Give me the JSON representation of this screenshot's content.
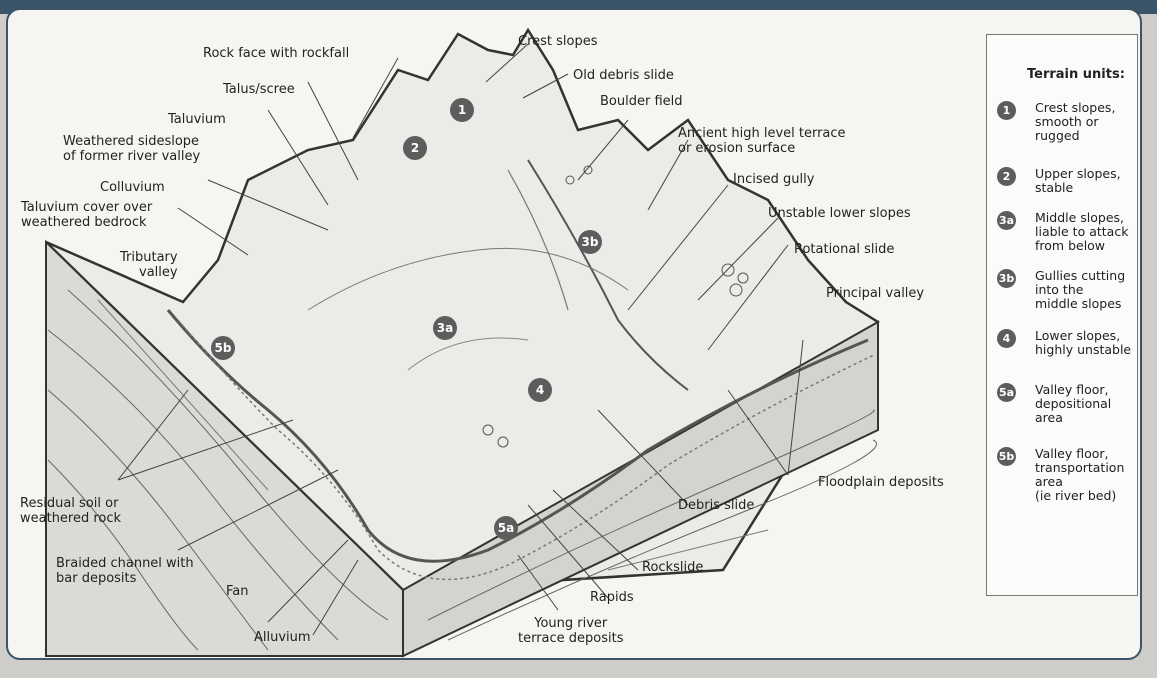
{
  "diagram": {
    "labels": {
      "crest_slopes": "Crest slopes",
      "old_debris_slide": "Old debris slide",
      "rock_face": "Rock face with rockfall",
      "talus": "Talus/scree",
      "taluvium": "Taluvium",
      "boulder_field": "Boulder field",
      "weathered_sideslope": "Weathered sideslope\nof former river valley",
      "ancient_terrace": "Ancient high level terrace\nor erosion surface",
      "colluvium": "Colluvium",
      "incised_gully": "Incised gully",
      "taluvium_cover": "Taluvium cover over\nweathered bedrock",
      "unstable_lower": "Unstable lower slopes",
      "rotational_slide": "Rotational slide",
      "tributary_valley": "Tributary\nvalley",
      "principal_valley": "Principal valley",
      "floodplain": "Floodplain deposits",
      "residual_soil": "Residual soil or\nweathered rock",
      "debris_slide": "Debris slide",
      "braided_channel": "Braided channel with\nbar deposits",
      "rockslide": "Rockslide",
      "rapids": "Rapids",
      "fan": "Fan",
      "alluvium": "Alluvium",
      "young_terrace": "Young river\nterrace deposits"
    },
    "badges": {
      "b1": "1",
      "b2": "2",
      "b3a": "3a",
      "b3b": "3b",
      "b4": "4",
      "b5a": "5a",
      "b5b": "5b"
    }
  },
  "legend": {
    "title": "Terrain units:",
    "items": [
      {
        "badge": "1",
        "text": "Crest slopes,\nsmooth or\nrugged"
      },
      {
        "badge": "2",
        "text": "Upper slopes,\nstable"
      },
      {
        "badge": "3a",
        "text": "Middle slopes,\nliable to attack\nfrom below"
      },
      {
        "badge": "3b",
        "text": "Gullies cutting\ninto the\nmiddle slopes"
      },
      {
        "badge": "4",
        "text": "Lower slopes,\nhighly unstable"
      },
      {
        "badge": "5a",
        "text": "Valley floor,\ndepositional\narea"
      },
      {
        "badge": "5b",
        "text": "Valley floor,\ntransportation\narea\n(ie river bed)"
      }
    ]
  },
  "colors": {
    "frame": "#3b5467",
    "badge": "#5d5d5d",
    "paper": "#f6f5f2"
  }
}
